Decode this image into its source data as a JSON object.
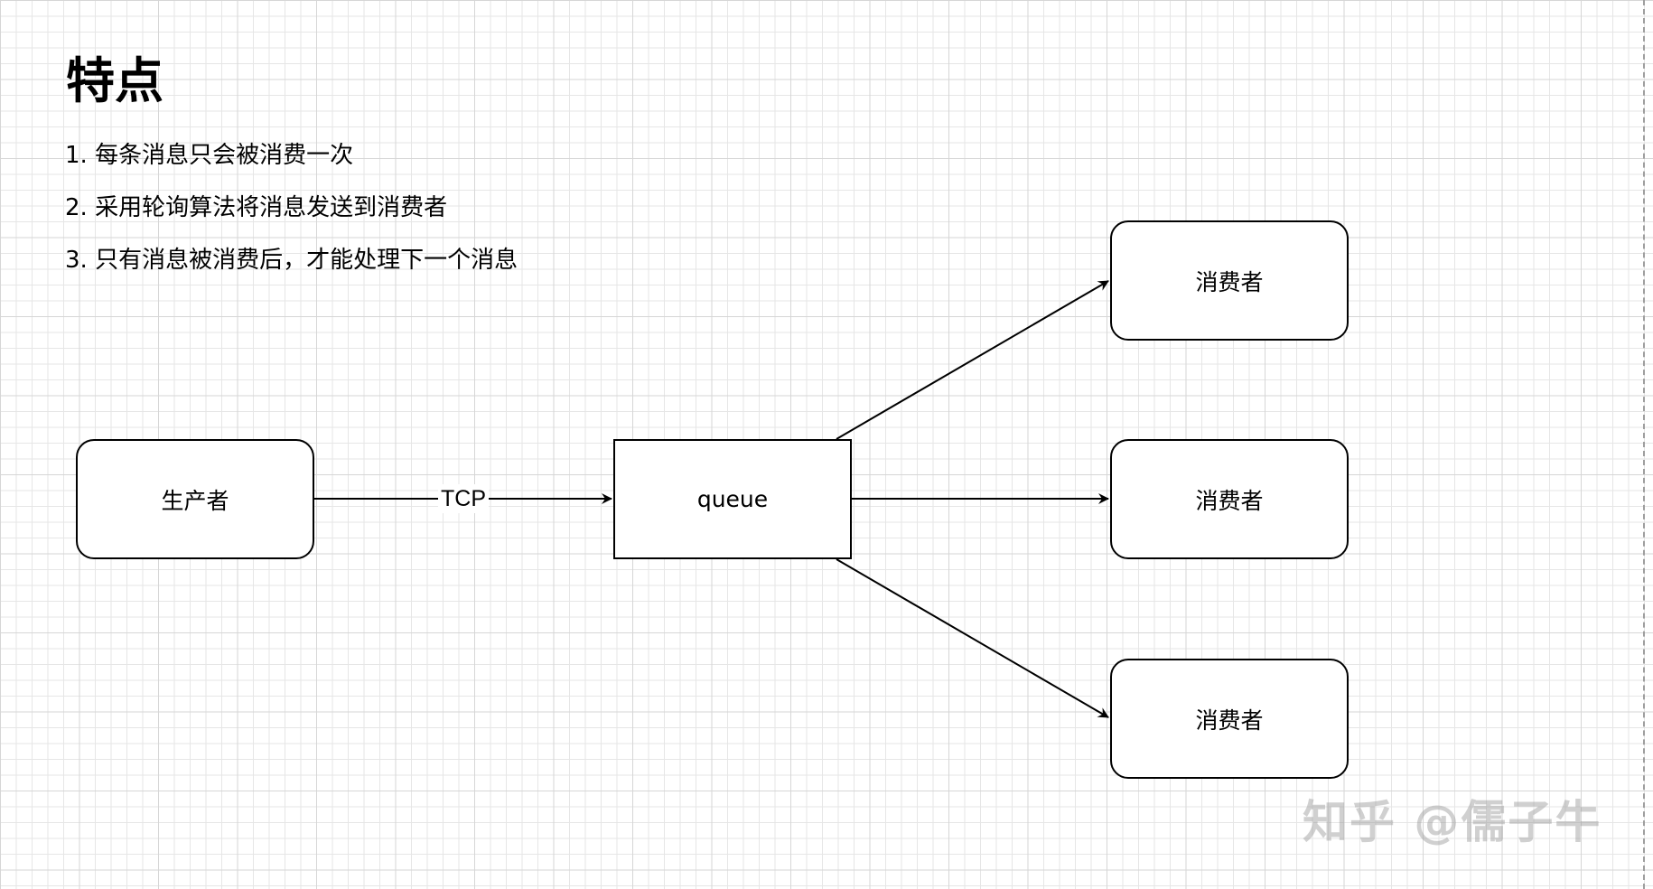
{
  "title": "特点",
  "notes": [
    "1. 每条消息只会被消费一次",
    "2. 采用轮询算法将消息发送到消费者",
    "3. 只有消息被消费后，才能处理下一个消息"
  ],
  "nodes": {
    "producer": "生产者",
    "queue": "queue",
    "consumers": [
      "消费者",
      "消费者",
      "消费者"
    ]
  },
  "edge_label": "TCP",
  "watermark": "知乎 @儒子牛",
  "colors": {
    "stroke": "#000000",
    "background": "#ffffff",
    "grid": "#e6e6e6"
  }
}
